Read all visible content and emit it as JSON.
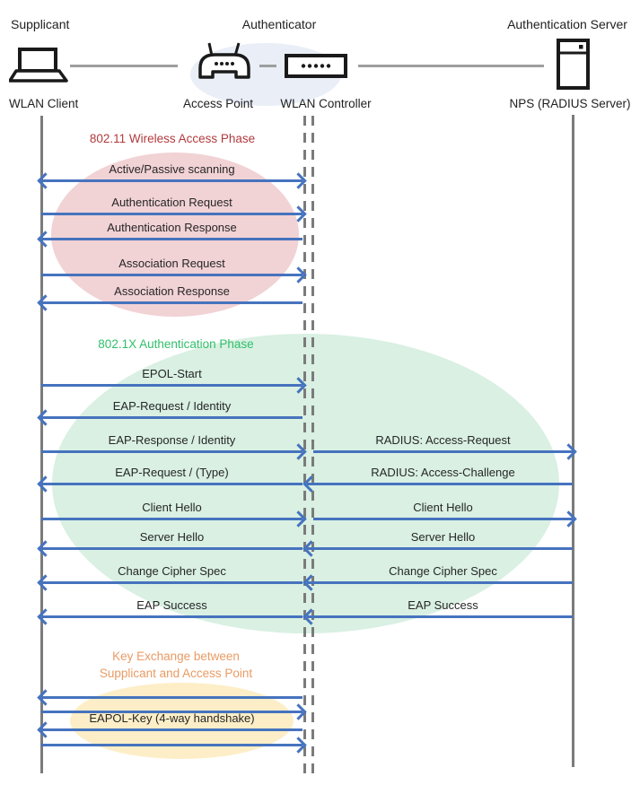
{
  "header": {
    "roles": {
      "supplicant": "Supplicant",
      "authenticator": "Authenticator",
      "auth_server": "Authentication Server"
    },
    "devices": {
      "wlan_client": "WLAN Client",
      "access_point": "Access Point",
      "wlan_controller": "WLAN Controller",
      "nps": "NPS (RADIUS Server)"
    },
    "icons": [
      "laptop-icon",
      "wireless-ap-icon",
      "wlan-controller-icon",
      "server-icon"
    ]
  },
  "phases": {
    "p1": {
      "title": "802.11 Wireless Access Phase",
      "text_color": "#b23a3d",
      "fill_color": "#f1d2d5"
    },
    "p2": {
      "title": "802.1X Authentication Phase",
      "text_color": "#30bf6a",
      "fill_color": "#d9f0e3"
    },
    "p3": {
      "title_line1": "Key Exchange between",
      "title_line2": "Supplicant and Access Point",
      "text_color": "#e99b64",
      "fill_color": "#fdeec7"
    }
  },
  "messages": {
    "left": [
      {
        "label": "Active/Passive scanning",
        "direction": "both"
      },
      {
        "label": "Authentication Request",
        "direction": "right"
      },
      {
        "label": "Authentication Response",
        "direction": "left"
      },
      {
        "label": "Association Request",
        "direction": "right"
      },
      {
        "label": "Association Response",
        "direction": "left"
      },
      {
        "label": "EPOL-Start",
        "direction": "right"
      },
      {
        "label": "EAP-Request / Identity",
        "direction": "left"
      },
      {
        "label": "EAP-Response / Identity",
        "direction": "right"
      },
      {
        "label": "EAP-Request / (Type)",
        "direction": "left"
      },
      {
        "label": "Client Hello",
        "direction": "right"
      },
      {
        "label": "Server Hello",
        "direction": "left"
      },
      {
        "label": "Change Cipher Spec",
        "direction": "left"
      },
      {
        "label": "EAP Success",
        "direction": "left"
      },
      {
        "label": "",
        "direction": "left"
      },
      {
        "label": "",
        "direction": "right"
      },
      {
        "label": "EAPOL-Key (4-way handshake)",
        "direction": "left"
      },
      {
        "label": "",
        "direction": "right"
      }
    ],
    "right": [
      {
        "label": "RADIUS: Access-Request",
        "direction": "right"
      },
      {
        "label": "RADIUS: Access-Challenge",
        "direction": "left"
      },
      {
        "label": "Client Hello",
        "direction": "right"
      },
      {
        "label": "Server Hello",
        "direction": "left"
      },
      {
        "label": "Change Cipher Spec",
        "direction": "left"
      },
      {
        "label": "EAP Success",
        "direction": "left"
      }
    ]
  },
  "colors": {
    "arrow": "#4673be",
    "lifeline": "#7b7b7b",
    "connector": "#9e9e9e",
    "authenticator_group_fill": "#e9eef7"
  }
}
